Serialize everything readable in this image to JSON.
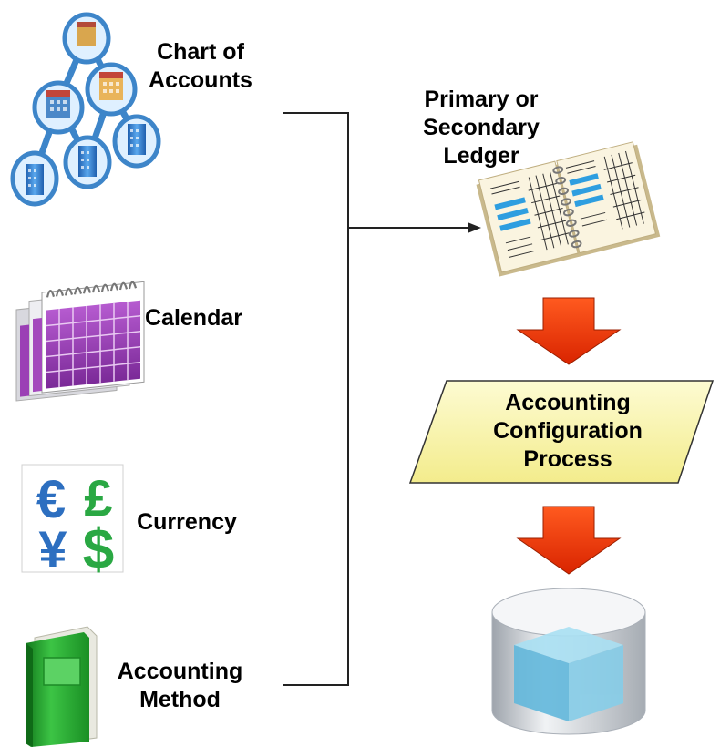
{
  "inputs": {
    "chart_of_accounts": {
      "line1": "Chart of",
      "line2": "Accounts",
      "icon": "building-hierarchy-icon"
    },
    "calendar": {
      "label": "Calendar",
      "icon": "calendar-icon"
    },
    "currency": {
      "label": "Currency",
      "icon": "currency-symbols-icon",
      "symbols": [
        "€",
        "£",
        "¥",
        "$"
      ]
    },
    "accounting_method": {
      "line1": "Accounting",
      "line2": "Method",
      "icon": "green-book-icon"
    }
  },
  "ledger": {
    "line1": "Primary or",
    "line2": "Secondary",
    "line3": "Ledger",
    "icon": "ledger-book-icon"
  },
  "process": {
    "line1": "Accounting",
    "line2": "Configuration",
    "line3": "Process"
  },
  "output": {
    "icon": "database-cylinder-icon"
  },
  "colors": {
    "arrow_fill": "#ee3300",
    "process_fill": "#fbf7b4",
    "calendar_purple": "#9b3fb5",
    "book_green": "#2aa832",
    "building_blue": "#2f7fd0",
    "cylinder_blue": "#7cc9e6"
  }
}
